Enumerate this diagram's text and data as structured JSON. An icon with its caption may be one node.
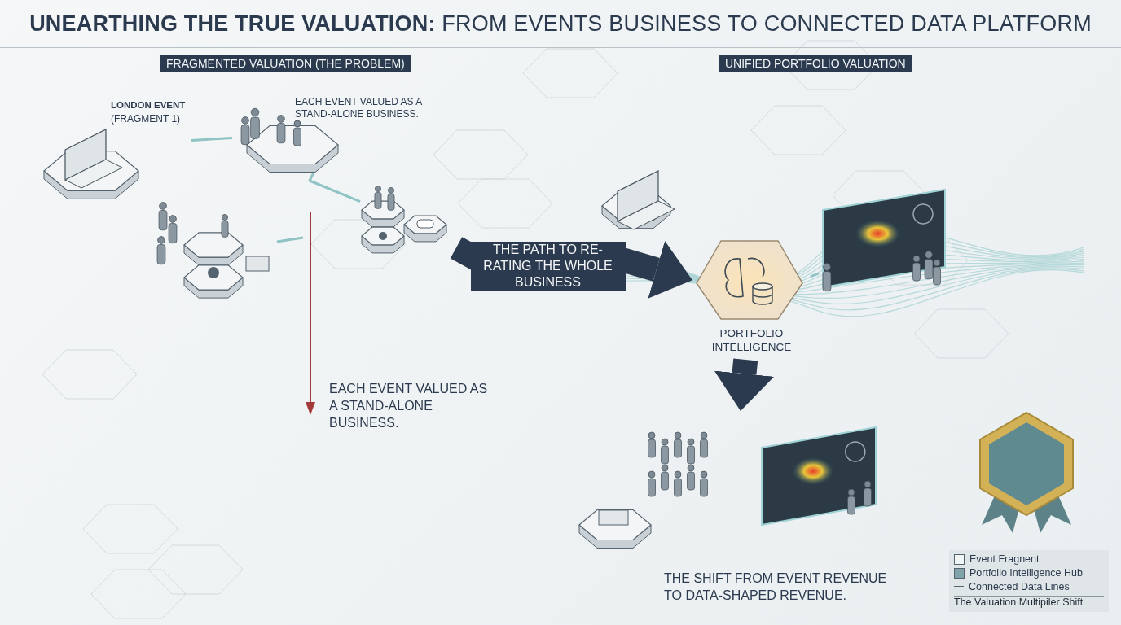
{
  "diagram": {
    "title": "**UNEARTHING THE TRUE VALUATION:** FROM EVENTS BUSINESS TO CONNECTED DATA PLATFORM",
    "nodes": [
      {
        "text": [
          "LONDON EVENT",
          "(FRAGMENT 1)"
        ]
      },
      {
        "text": [
          "EACH EVENT VALUED AS A STAND-ALONE BUSINESS."
        ]
      },
      {
        "text": [],
        "shape": "picture"
      },
      {
        "text": [],
        "shape": "picture"
      },
      {
        "text": [],
        "shape": "picture"
      },
      {
        "text": [
          "PORTFOLIO INTELLIGENCE"
        ]
      },
      {
        "text": [],
        "shape": "picture"
      },
      {
        "text": [],
        "shape": "picture",
        "beside": [
          "THE SHIFT FROM EVENT REVENUE TO DATA-SHAPED REVENUE."
        ]
      }
    ],
    "edges": [
      {
        "from": 0,
        "to": 1,
        "arrow": "none"
      },
      {
        "from": 1,
        "to": 2,
        "arrow": "none"
      },
      {
        "from": 3,
        "to": null,
        "arrow": "none"
      },
      {
        "from": 2,
        "to": 5,
        "arrow": "to",
        "label": "THE PATH TO RE-RATING THE WHOLE BUSINESS",
        "style": "thick",
        "color": "#2b3a4e"
      },
      {
        "from": 5,
        "to": 6,
        "arrow": "none"
      },
      {
        "from": 5,
        "to": 7,
        "arrow": "to",
        "style": "thick",
        "color": "#2b3a4e"
      }
    ],
    "labels": [
      "FRAGMENTED VALUATION (THE PROBLEM)",
      "UNIFIED PORTFOLIO VALUATION",
      "EACH EVENT VALUED AS A STAND-ALONE BUSINESS.",
      "The Valuation Multipiler Shift"
    ],
    "legend": [
      {
        "text": "Event Fragnent",
        "color": "#f3f4f4"
      },
      {
        "text": "Portfolio Intelligence Hub",
        "color": "#7fa3a8"
      },
      {
        "text": "Connected Data Lines"
      }
    ]
  }
}
